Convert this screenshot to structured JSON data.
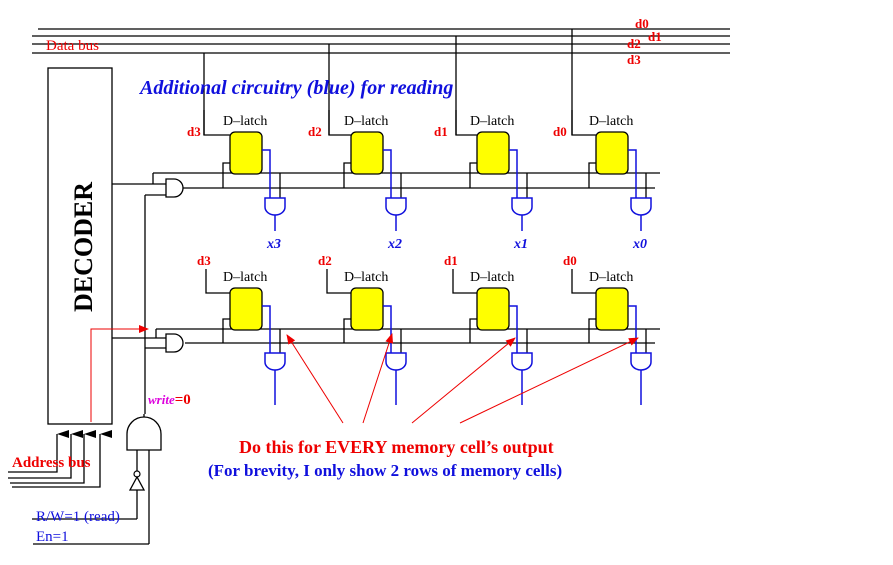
{
  "title": "Additional circuitry (blue) for reading",
  "data_bus": {
    "label": "Data bus",
    "lines": [
      "d0",
      "d1",
      "d2",
      "d3"
    ]
  },
  "decoder": {
    "label": "DECODER"
  },
  "latch_label": "D–latch",
  "rows": [
    {
      "cells": [
        {
          "input": "d3",
          "output": "x3"
        },
        {
          "input": "d2",
          "output": "x2"
        },
        {
          "input": "d1",
          "output": "x1"
        },
        {
          "input": "d0",
          "output": "x0"
        }
      ]
    },
    {
      "cells": [
        {
          "input": "d3"
        },
        {
          "input": "d2"
        },
        {
          "input": "d1"
        },
        {
          "input": "d0"
        }
      ]
    }
  ],
  "write_signal": {
    "name": "write",
    "value": "=0"
  },
  "address_bus": {
    "label": "Address bus"
  },
  "rw_label": "R/W=1 (read)",
  "en_label": "En=1",
  "note": {
    "line1": "Do this for EVERY memory cell’s output",
    "line2": "(For brevity, I only show 2 rows of memory cells)"
  },
  "colors": {
    "annotation_red": "#ee0000",
    "read_circuit_blue": "#1010dd",
    "latch_fill": "#ffff00",
    "write_magenta": "#dd00dd"
  }
}
